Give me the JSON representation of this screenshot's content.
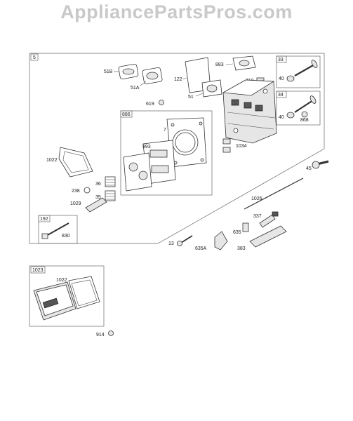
{
  "watermark": "AppliancePartsPros.com",
  "labels": {
    "l5": "5",
    "l51B": "51B",
    "l51A": "51A",
    "l122": "122",
    "l883": "883",
    "l718": "718",
    "l51": "51",
    "l619": "619",
    "l886": "886",
    "l7": "7",
    "l993": "993",
    "l1034": "1034",
    "l33": "33",
    "l40a": "40",
    "l34": "34",
    "l40b": "40",
    "l868": "868",
    "l1022a": "1022",
    "l45": "45",
    "l238": "238",
    "l36": "36",
    "l35": "35",
    "l1029": "1029",
    "l1026": "1026",
    "l337": "337",
    "l192": "192",
    "l830": "830",
    "l635": "635",
    "l13": "13",
    "l635A": "635A",
    "l383": "383",
    "l1023": "1023",
    "l1022b": "1022",
    "l914": "914"
  }
}
